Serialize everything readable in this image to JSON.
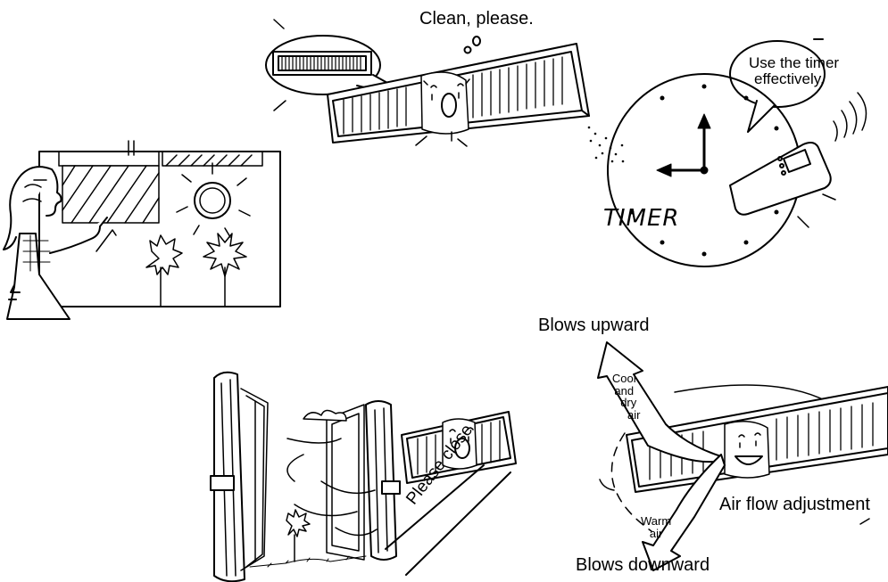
{
  "panels": {
    "filter": {
      "speech": "Clean, please."
    },
    "timer": {
      "speech_line1": "Use the timer",
      "speech_line2": "effectively.",
      "dial_word": "TIMER"
    },
    "sunlight": {},
    "window": {
      "sign": "Please close"
    },
    "airflow": {
      "upward": "Blows upward",
      "downward": "Blows downward",
      "adjust": "Air flow adjustment",
      "cool_lines": [
        "Cool",
        "and",
        "dry",
        "air"
      ],
      "warm_lines": [
        "Warm",
        "air"
      ]
    }
  }
}
